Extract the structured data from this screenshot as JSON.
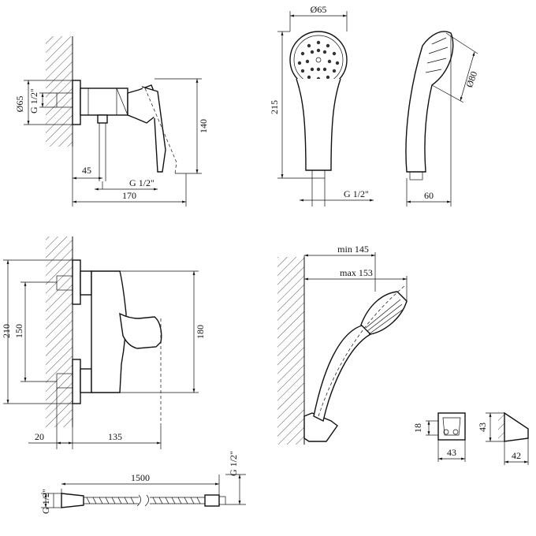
{
  "labels": {
    "d65_mixer": "Ø65",
    "g12_side": "G 1/2\"",
    "w45": "45",
    "g12_bottom": "G 1/2\"",
    "h140": "140",
    "w170": "170",
    "d65_head": "Ø65",
    "h215": "215",
    "g12_head": "G 1/2\"",
    "d80": "Ø80",
    "w60": "60",
    "h210": "210",
    "h150": "150",
    "h180": "180",
    "w20": "20",
    "w135": "135",
    "min145": "min 145",
    "max153": "max 153",
    "h18": "18",
    "w43a": "43",
    "h43": "43",
    "w42": "42",
    "g12_hose_left": "G 1/2\"",
    "hose1500": "1500",
    "g12_hose_right": "G 1/2\""
  }
}
